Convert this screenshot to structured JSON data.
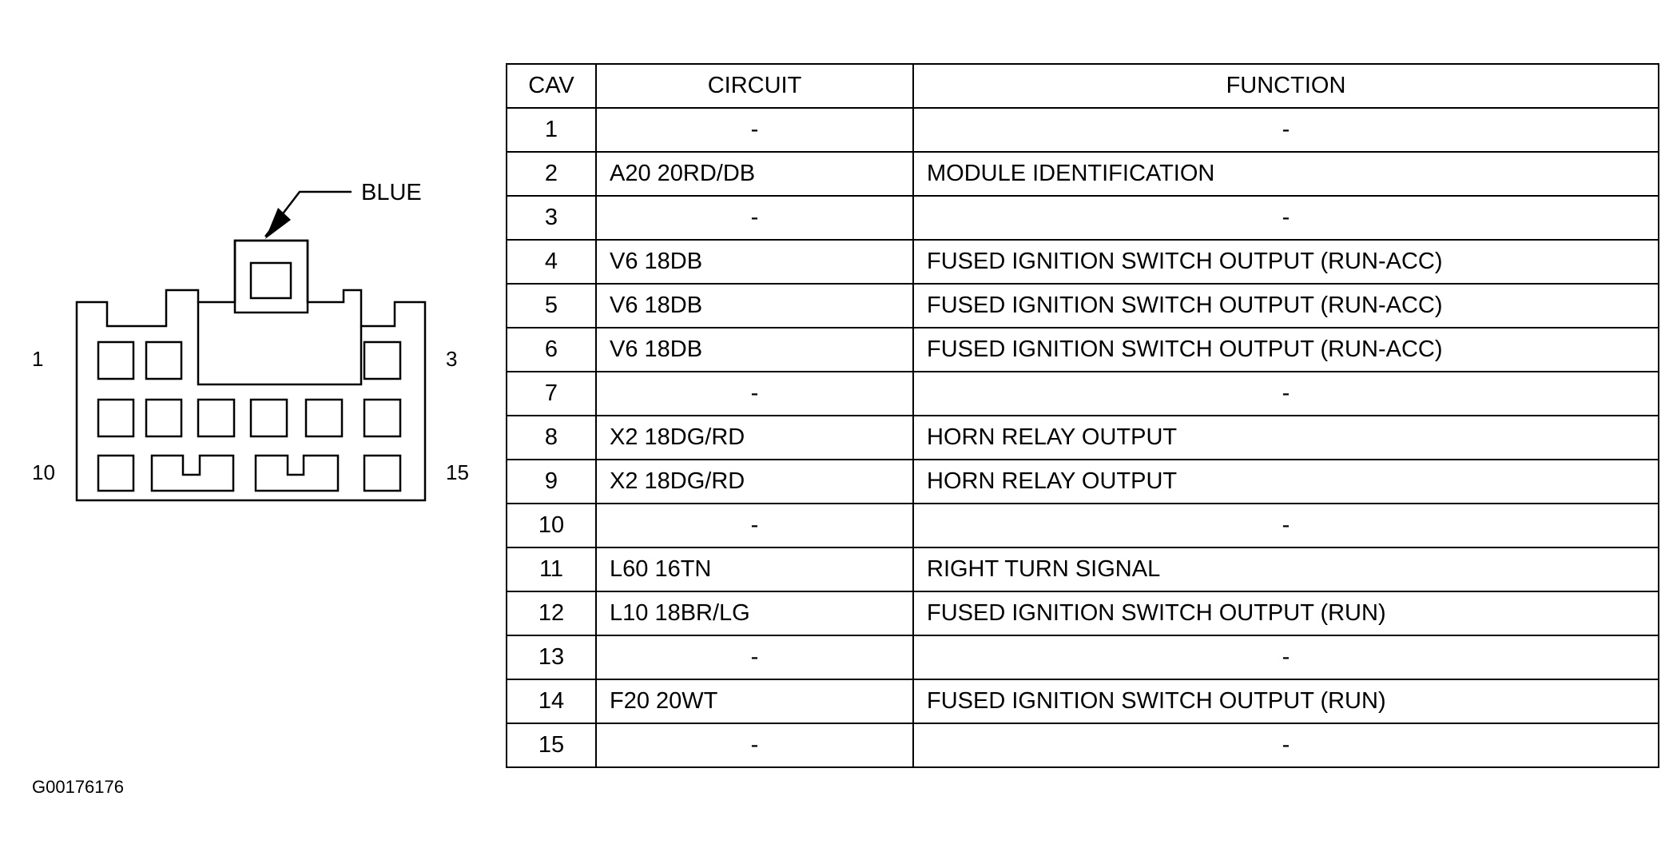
{
  "connector": {
    "color_label": "BLUE",
    "pin_labels": {
      "top_left": "1",
      "top_right": "3",
      "bottom_left": "10",
      "bottom_right": "15"
    }
  },
  "table": {
    "headers": [
      "CAV",
      "CIRCUIT",
      "FUNCTION"
    ],
    "rows": [
      {
        "cav": "1",
        "circuit": "-",
        "function": "-"
      },
      {
        "cav": "2",
        "circuit": "A20 20RD/DB",
        "function": "MODULE IDENTIFICATION"
      },
      {
        "cav": "3",
        "circuit": "-",
        "function": "-"
      },
      {
        "cav": "4",
        "circuit": "V6 18DB",
        "function": "FUSED IGNITION SWITCH OUTPUT (RUN-ACC)"
      },
      {
        "cav": "5",
        "circuit": "V6 18DB",
        "function": "FUSED IGNITION SWITCH OUTPUT (RUN-ACC)"
      },
      {
        "cav": "6",
        "circuit": "V6 18DB",
        "function": "FUSED IGNITION SWITCH OUTPUT (RUN-ACC)"
      },
      {
        "cav": "7",
        "circuit": "-",
        "function": "-"
      },
      {
        "cav": "8",
        "circuit": "X2 18DG/RD",
        "function": "HORN RELAY OUTPUT"
      },
      {
        "cav": "9",
        "circuit": "X2 18DG/RD",
        "function": "HORN RELAY OUTPUT"
      },
      {
        "cav": "10",
        "circuit": "-",
        "function": "-"
      },
      {
        "cav": "11",
        "circuit": "L60 16TN",
        "function": "RIGHT TURN SIGNAL"
      },
      {
        "cav": "12",
        "circuit": "L10 18BR/LG",
        "function": "FUSED IGNITION SWITCH OUTPUT (RUN)"
      },
      {
        "cav": "13",
        "circuit": "-",
        "function": "-"
      },
      {
        "cav": "14",
        "circuit": "F20 20WT",
        "function": "FUSED IGNITION SWITCH OUTPUT (RUN)"
      },
      {
        "cav": "15",
        "circuit": "-",
        "function": "-"
      }
    ]
  },
  "figure_id": "G00176176"
}
